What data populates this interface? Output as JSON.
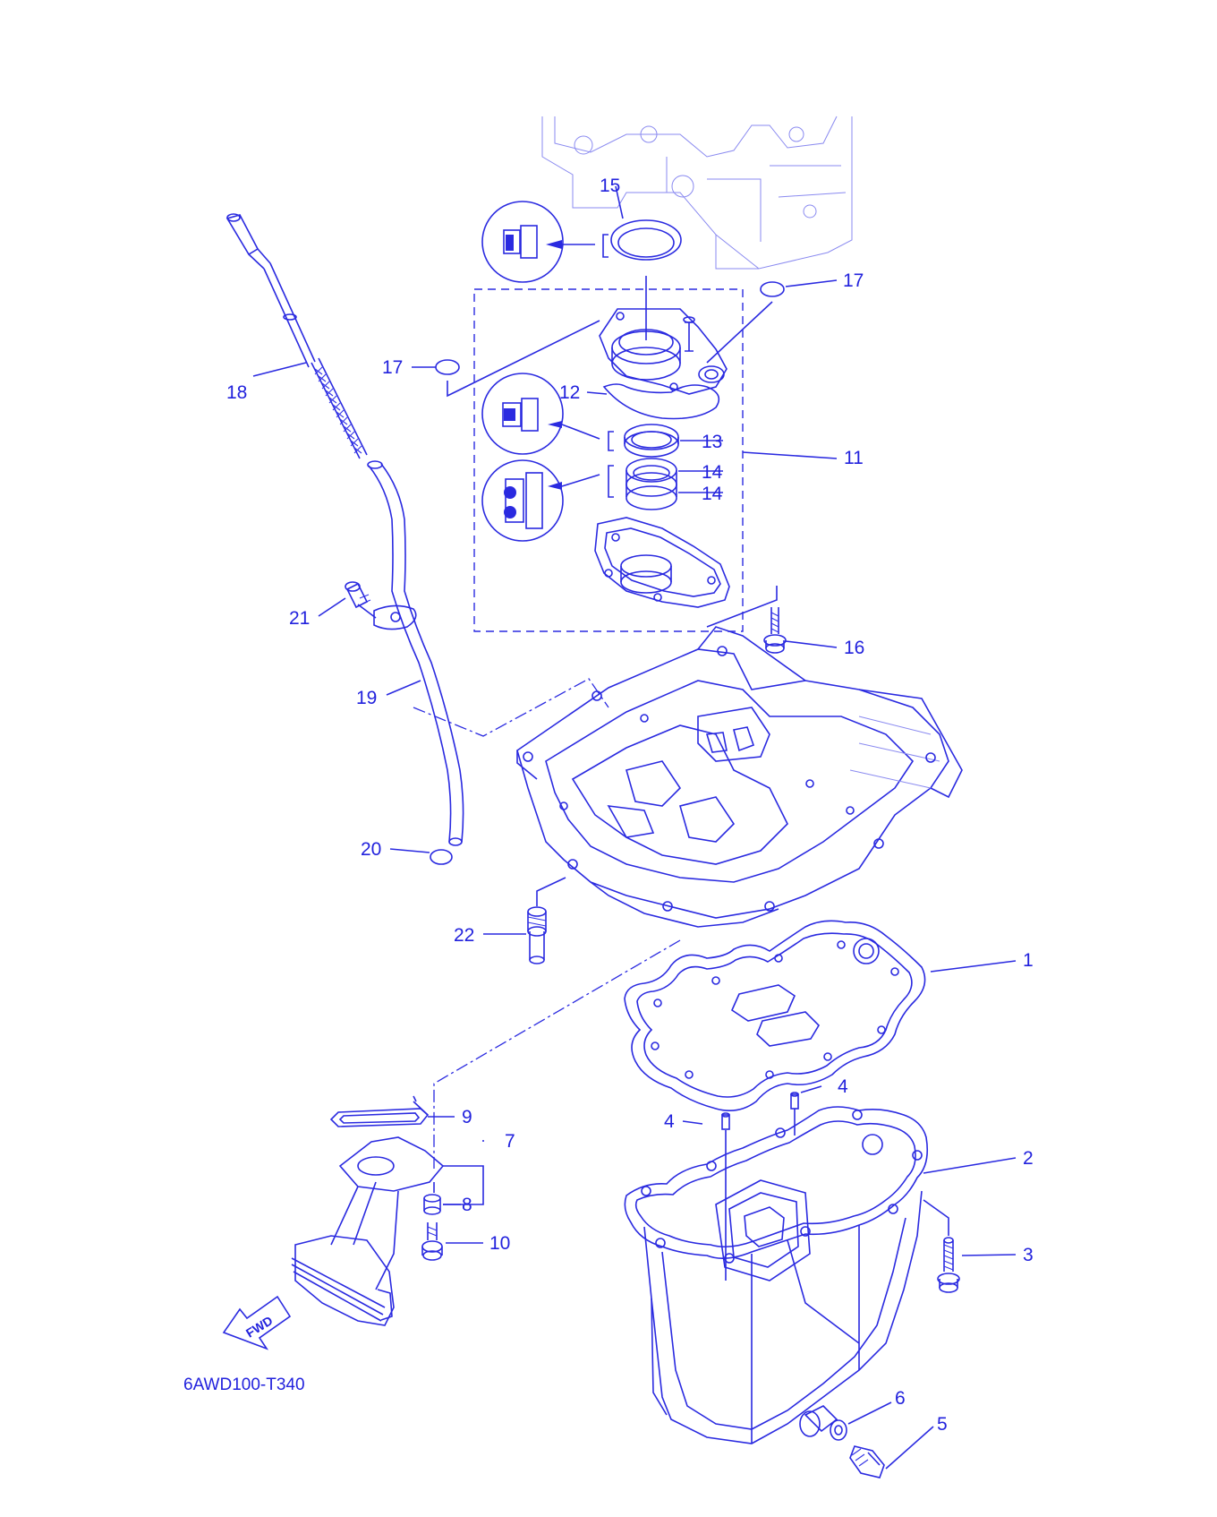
{
  "colors": {
    "ink": "#2a2ae0",
    "faint": "#8a8af0",
    "background": "#ffffff"
  },
  "diagram_code": "6AWD100-T340",
  "fwd_label": "FWD",
  "callouts": [
    {
      "id": "c15",
      "text": "15"
    },
    {
      "id": "c17a",
      "text": "17"
    },
    {
      "id": "c17b",
      "text": "17"
    },
    {
      "id": "c18",
      "text": "18"
    },
    {
      "id": "c12",
      "text": "12"
    },
    {
      "id": "c13",
      "text": "13"
    },
    {
      "id": "c14a",
      "text": "14"
    },
    {
      "id": "c14b",
      "text": "14"
    },
    {
      "id": "c11",
      "text": "11"
    },
    {
      "id": "c21",
      "text": "21"
    },
    {
      "id": "c16",
      "text": "16"
    },
    {
      "id": "c19",
      "text": "19"
    },
    {
      "id": "c20",
      "text": "20"
    },
    {
      "id": "c22",
      "text": "22"
    },
    {
      "id": "c1",
      "text": "1"
    },
    {
      "id": "c9",
      "text": "9"
    },
    {
      "id": "c7",
      "text": "7"
    },
    {
      "id": "c8",
      "text": "8"
    },
    {
      "id": "c10",
      "text": "10"
    },
    {
      "id": "c4a",
      "text": "4"
    },
    {
      "id": "c4b",
      "text": "4"
    },
    {
      "id": "c2",
      "text": "2"
    },
    {
      "id": "c3",
      "text": "3"
    },
    {
      "id": "c6",
      "text": "6"
    },
    {
      "id": "c5",
      "text": "5"
    }
  ]
}
